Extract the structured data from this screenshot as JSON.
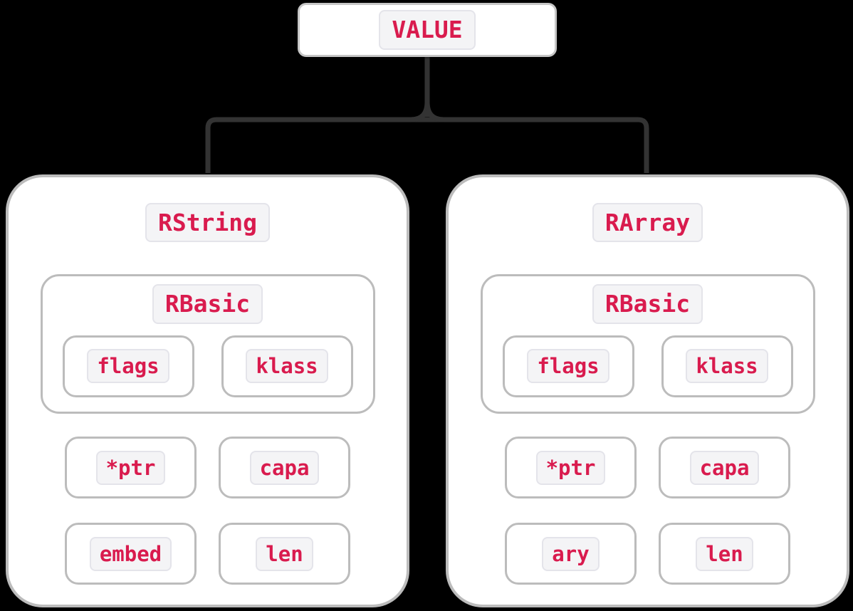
{
  "colors": {
    "background": "#000000",
    "accent_text": "#d91b4e",
    "connector_line": "#333333",
    "box_border": "#bcbcbc",
    "box_fill": "#ffffff",
    "chip_fill": "#f4f4f6",
    "chip_border": "#e4e4ea"
  },
  "root": {
    "label": "VALUE"
  },
  "structs": [
    {
      "name": "RString",
      "basic": {
        "label": "RBasic",
        "fields": [
          "flags",
          "klass"
        ]
      },
      "rows": [
        [
          "*ptr",
          "capa"
        ],
        [
          "embed",
          "len"
        ]
      ]
    },
    {
      "name": "RArray",
      "basic": {
        "label": "RBasic",
        "fields": [
          "flags",
          "klass"
        ]
      },
      "rows": [
        [
          "*ptr",
          "capa"
        ],
        [
          "ary",
          "len"
        ]
      ]
    }
  ]
}
